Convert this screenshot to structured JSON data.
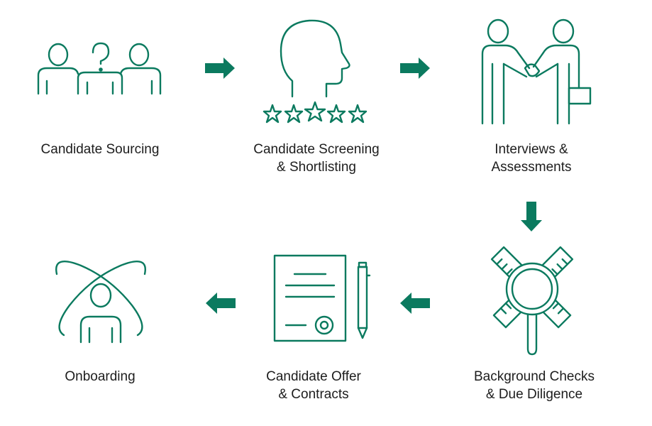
{
  "accent_color": "#0b7a5f",
  "text_color": "#1d1d1d",
  "steps": [
    {
      "icon": "candidates-question-icon",
      "lines": [
        "Candidate Sourcing"
      ]
    },
    {
      "icon": "head-five-stars-icon",
      "lines": [
        "Candidate Screening",
        "& Shortlisting"
      ]
    },
    {
      "icon": "handshake-icon",
      "lines": [
        "Interviews &",
        "Assessments"
      ]
    },
    {
      "icon": "magnifier-rulers-icon",
      "lines": [
        "Background Checks",
        "& Due Diligence"
      ]
    },
    {
      "icon": "contract-pen-icon",
      "lines": [
        "Candidate Offer",
        "& Contracts"
      ]
    },
    {
      "icon": "person-orbit-icon",
      "lines": [
        "Onboarding"
      ]
    }
  ],
  "flow": [
    "right",
    "right",
    "down",
    "left",
    "left"
  ]
}
